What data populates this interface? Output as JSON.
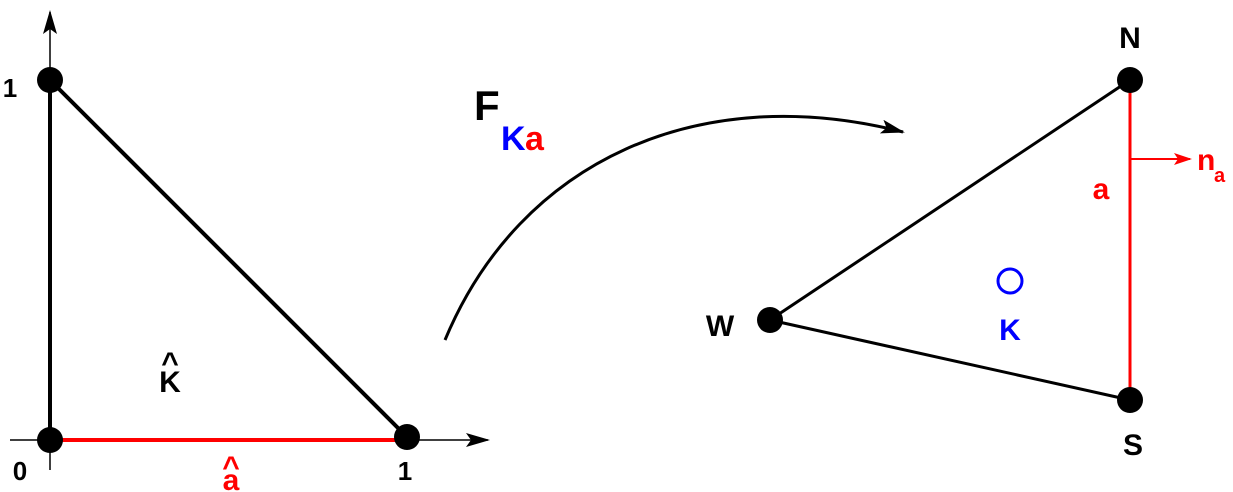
{
  "colors": {
    "edge": "#000000",
    "highlight": "#ff0000",
    "cell": "#0000ff",
    "background": "#ffffff"
  },
  "reference": {
    "axis_y_tick": "1",
    "axis_origin": "0",
    "axis_x_tick": "1",
    "element_label": "K",
    "element_hat": "^",
    "edge_label": "a",
    "edge_hat": "^"
  },
  "mapping": {
    "symbol": "F",
    "subscript_cell": "K",
    "subscript_edge": "a"
  },
  "physical": {
    "vertex_north": "N",
    "vertex_west": "W",
    "vertex_south": "S",
    "cell_label": "K",
    "edge_label": "a",
    "normal_symbol": "n",
    "normal_subscript": "a"
  }
}
